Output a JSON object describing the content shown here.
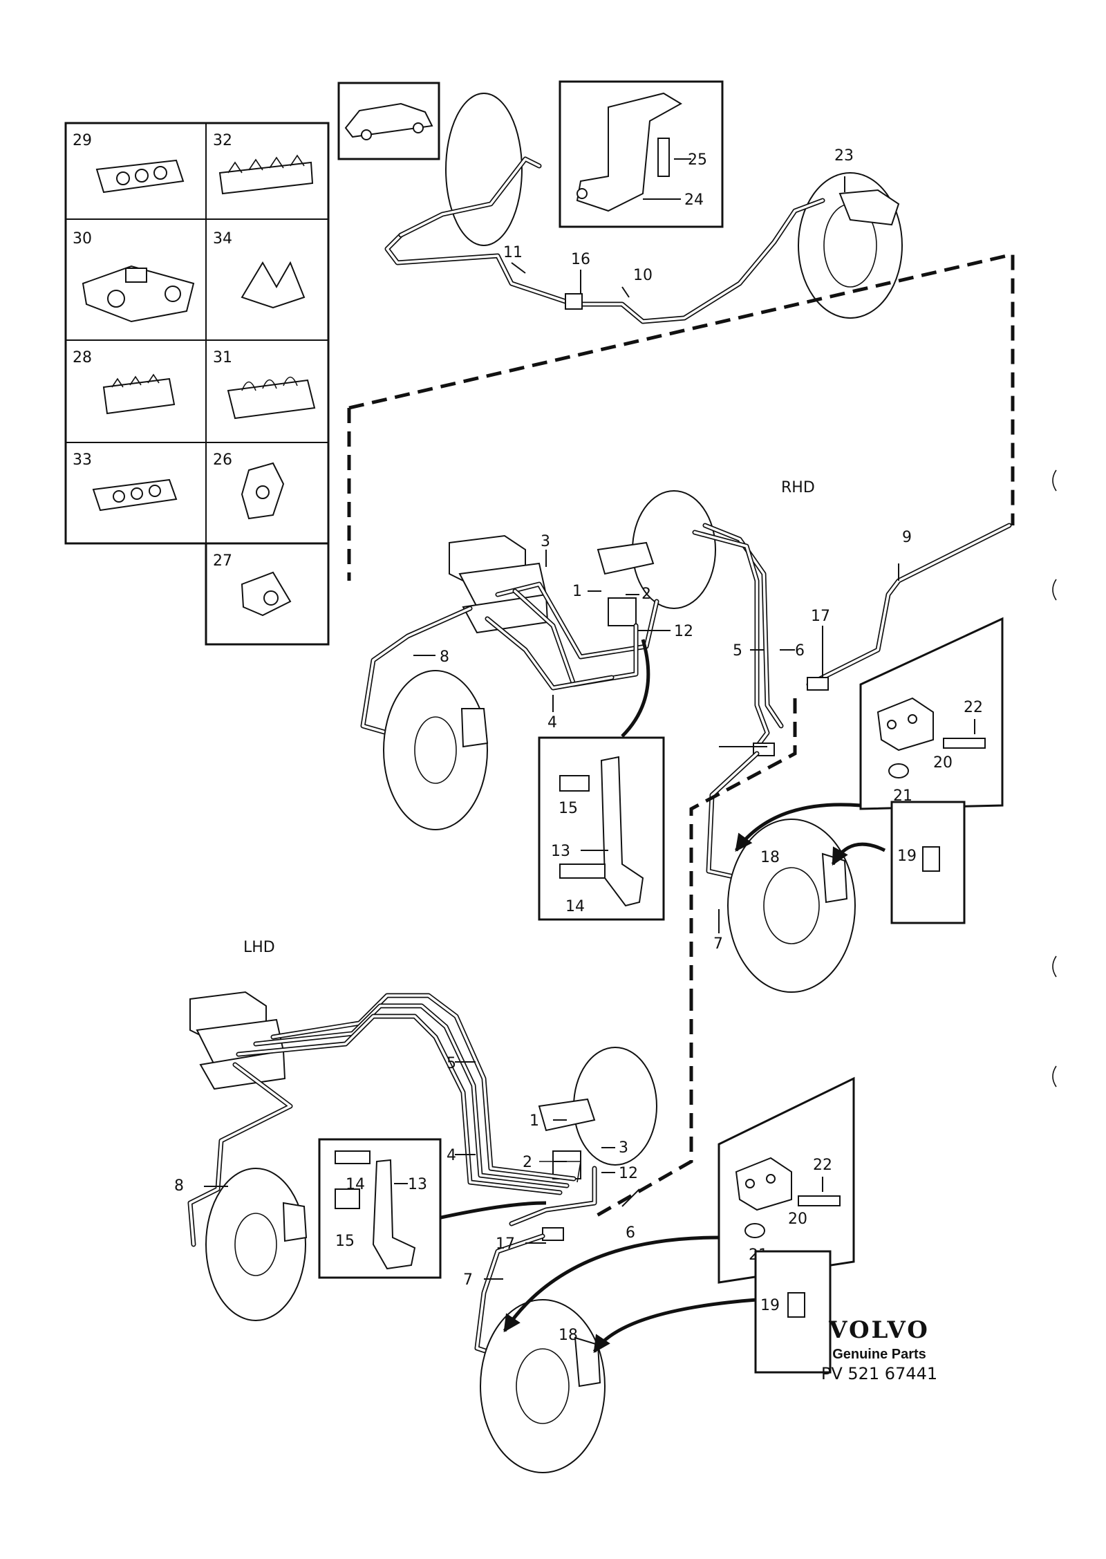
{
  "sections": {
    "rhd": "RHD",
    "lhd": "LHD"
  },
  "clip_panel": {
    "cells": [
      "29",
      "32",
      "30",
      "34",
      "28",
      "31",
      "33",
      "26",
      "27"
    ]
  },
  "labels": {
    "rhd": {
      "p23": "23",
      "p24": "24",
      "p25": "25",
      "p16": "16",
      "p11": "11",
      "p10": "10",
      "p9": "9",
      "p3": "3",
      "p1": "1",
      "p2": "2",
      "p12": "12",
      "p8": "8",
      "p4": "4",
      "p5": "5",
      "p6": "6",
      "p17": "17",
      "p22": "22",
      "p20": "20",
      "p21": "21",
      "p15": "15",
      "p13": "13",
      "p14": "14",
      "p18": "18",
      "p19": "19",
      "p7": "7"
    },
    "lhd": {
      "p5": "5",
      "p1": "1",
      "p3": "3",
      "p4": "4",
      "p2": "2",
      "p12": "12",
      "p14": "14",
      "p13": "13",
      "p15": "15",
      "p8": "8",
      "p17": "17",
      "p6": "6",
      "p7": "7",
      "p22": "22",
      "p20": "20",
      "p21": "21",
      "p18": "18",
      "p19": "19"
    }
  },
  "brand": {
    "logo_text": "VOLVO",
    "tagline": "Genuine Parts",
    "part_number": "PV 521 67441"
  }
}
